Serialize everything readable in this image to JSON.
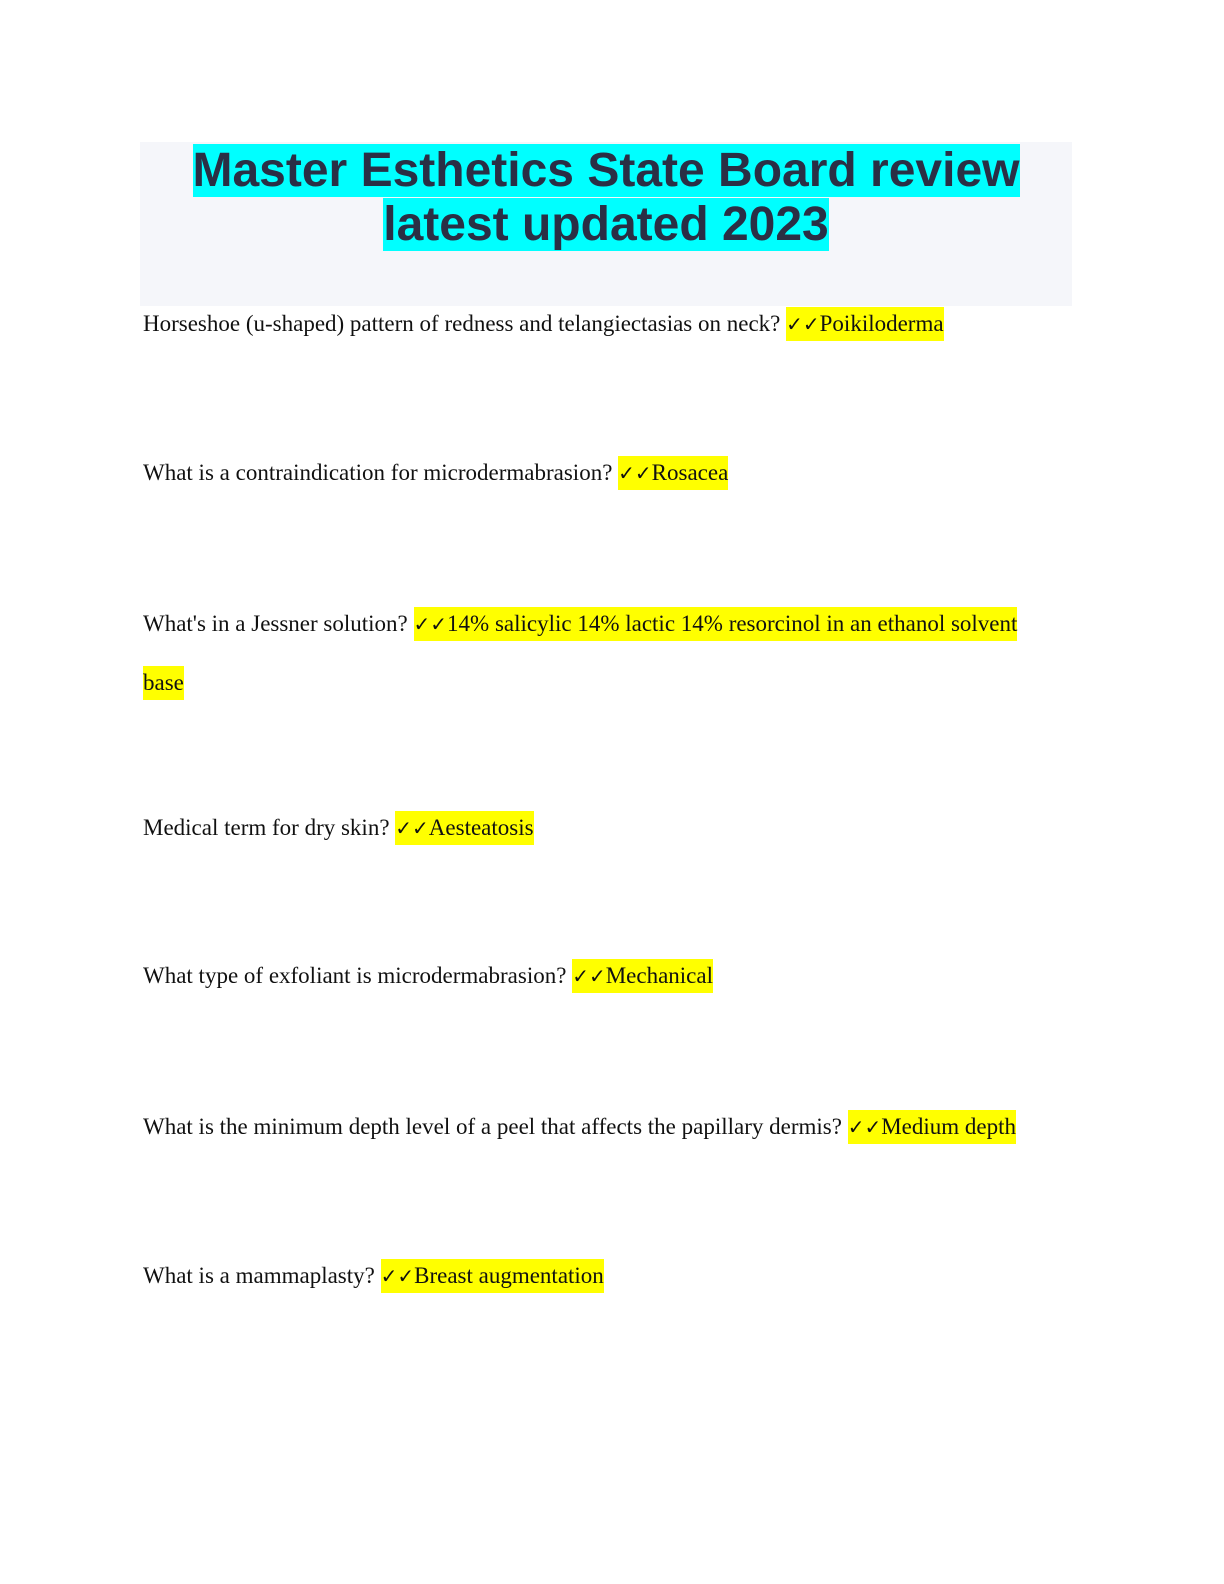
{
  "document": {
    "title_line1": "Master Esthetics State Board review",
    "title_line2": "latest updated 2023",
    "check_mark": "✓✓",
    "items": [
      {
        "question": "Horseshoe (u-shaped) pattern of redness and telangiectasias on neck?",
        "answer": "Poikiloderma"
      },
      {
        "question": "What is a contraindication for microdermabrasion?",
        "answer": "Rosacea"
      },
      {
        "question": "What's in a Jessner solution?",
        "answer": "14% salicylic 14% lactic 14% resorcinol in an ethanol solvent base"
      },
      {
        "question": "Medical term for dry skin?",
        "answer": "Aesteatosis"
      },
      {
        "question": "What type of exfoliant is microdermabrasion?",
        "answer": "Mechanical"
      },
      {
        "question": "What is the minimum depth level of a peel that affects the papillary dermis?",
        "answer": "Medium depth"
      },
      {
        "question": "What is a mammaplasty?",
        "answer": "Breast augmentation"
      }
    ]
  }
}
